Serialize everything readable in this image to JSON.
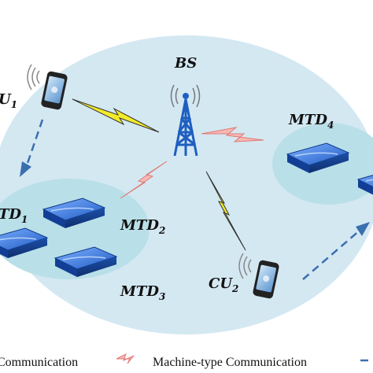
{
  "nodes": {
    "bs": "BS",
    "cu1": {
      "base": "U",
      "sub": "1"
    },
    "cu2": {
      "base": "CU",
      "sub": "2"
    },
    "mtd1": {
      "base": "TD",
      "sub": "1"
    },
    "mtd2": {
      "base": "MTD",
      "sub": "2"
    },
    "mtd3": {
      "base": "MTD",
      "sub": "3"
    },
    "mtd4": {
      "base": "MTD",
      "sub": "4"
    }
  },
  "legend": {
    "cellular": "Communication",
    "machine": "Machine-type Communication"
  },
  "colors": {
    "cell_area": "#d4e8f2",
    "cluster_area": "#b9dfe8",
    "cellular_link": "#f2ea2a",
    "machine_link": "#f4a09c",
    "d2d_arrow": "#3a6fb0",
    "device_body": "#2a66c9",
    "tower": "#1e5fc0"
  },
  "icons": [
    "phone-icon",
    "tower-icon",
    "mtd-device-icon",
    "lightning-link-icon",
    "zigzag-link-icon"
  ]
}
